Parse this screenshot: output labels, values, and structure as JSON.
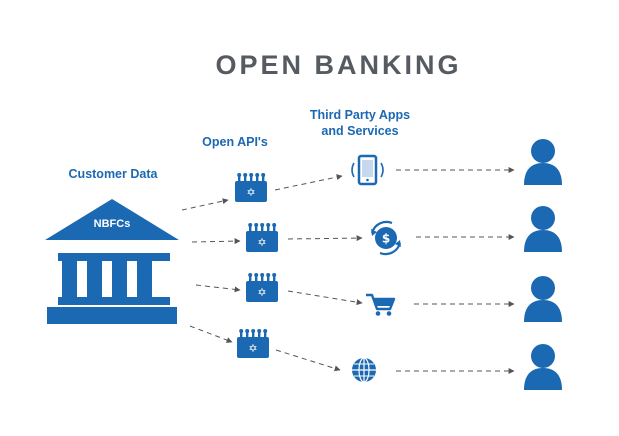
{
  "title": "OPEN BANKING",
  "labels": {
    "customer_data": "Customer Data",
    "open_apis": "Open API's",
    "third_party": "Third Party Apps\nand Services",
    "institution": "NBFCs"
  },
  "icons": {
    "institution": "bank-building-icon",
    "api": "api-chip-icon",
    "services": [
      "smartphone-icon",
      "currency-exchange-icon",
      "shopping-cart-icon",
      "globe-icon"
    ],
    "user": "user-icon"
  },
  "colors": {
    "primary": "#1b68b3",
    "title": "#555b61",
    "arrow": "#555555"
  }
}
